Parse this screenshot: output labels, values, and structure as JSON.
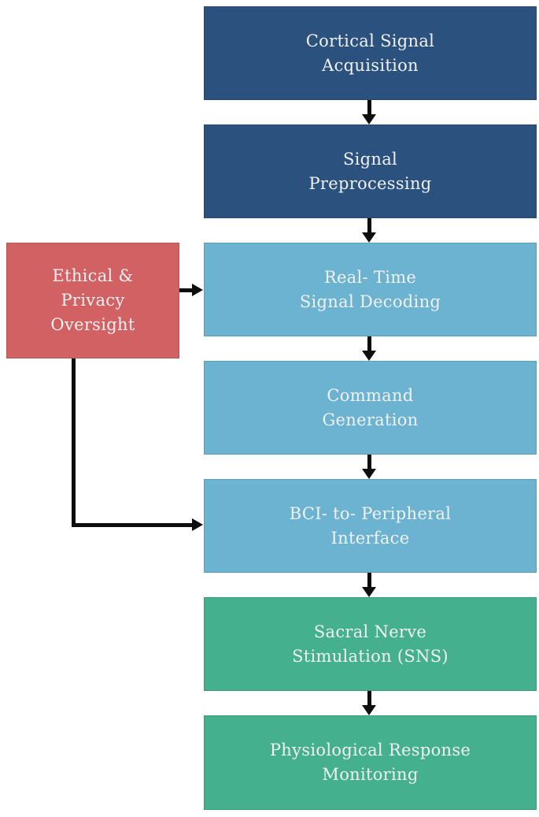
{
  "diagram": {
    "type": "flowchart",
    "background": "#FFFFFF",
    "colors": {
      "dark_blue": "#2B527F",
      "light_blue": "#6BB3D1",
      "green": "#44B08D",
      "red": "#D26164",
      "arrow": "#0E0E0E",
      "label_text": "#F1F1F1"
    },
    "nodes": [
      {
        "id": "cortical-signal-acquisition",
        "lines": [
          "Cortical Signal",
          "Acquisition"
        ],
        "fill": "#2B527F"
      },
      {
        "id": "signal-preprocessing",
        "lines": [
          "Signal",
          "Preprocessing"
        ],
        "fill": "#2B527F"
      },
      {
        "id": "real-time-signal-decoding",
        "lines": [
          "Real- Time",
          "Signal Decoding"
        ],
        "fill": "#6BB3D1"
      },
      {
        "id": "command-generation",
        "lines": [
          "Command",
          "Generation"
        ],
        "fill": "#6BB3D1"
      },
      {
        "id": "bci-to-peripheral-interface",
        "lines": [
          "BCI- to- Peripheral",
          "Interface"
        ],
        "fill": "#6BB3D1"
      },
      {
        "id": "sacral-nerve-stimulation",
        "lines": [
          "Sacral Nerve",
          "Stimulation (SNS)"
        ],
        "fill": "#44B08D"
      },
      {
        "id": "physiological-response-monitoring",
        "lines": [
          "Physiological Response",
          "Monitoring"
        ],
        "fill": "#44B08D"
      }
    ],
    "side_node": {
      "id": "ethical-privacy-oversight",
      "lines": [
        "Ethical &",
        "Privacy",
        "Oversight"
      ],
      "fill": "#D26164"
    },
    "edges": [
      {
        "from": "cortical-signal-acquisition",
        "to": "signal-preprocessing",
        "style": "down-arrow"
      },
      {
        "from": "signal-preprocessing",
        "to": "real-time-signal-decoding",
        "style": "down-arrow"
      },
      {
        "from": "real-time-signal-decoding",
        "to": "command-generation",
        "style": "down-arrow"
      },
      {
        "from": "command-generation",
        "to": "bci-to-peripheral-interface",
        "style": "down-arrow"
      },
      {
        "from": "bci-to-peripheral-interface",
        "to": "sacral-nerve-stimulation",
        "style": "down-arrow"
      },
      {
        "from": "sacral-nerve-stimulation",
        "to": "physiological-response-monitoring",
        "style": "down-arrow"
      },
      {
        "from": "ethical-privacy-oversight",
        "to": "real-time-signal-decoding",
        "style": "right-arrow"
      },
      {
        "from": "ethical-privacy-oversight",
        "to": "bci-to-peripheral-interface",
        "style": "elbow-arrow"
      }
    ]
  }
}
